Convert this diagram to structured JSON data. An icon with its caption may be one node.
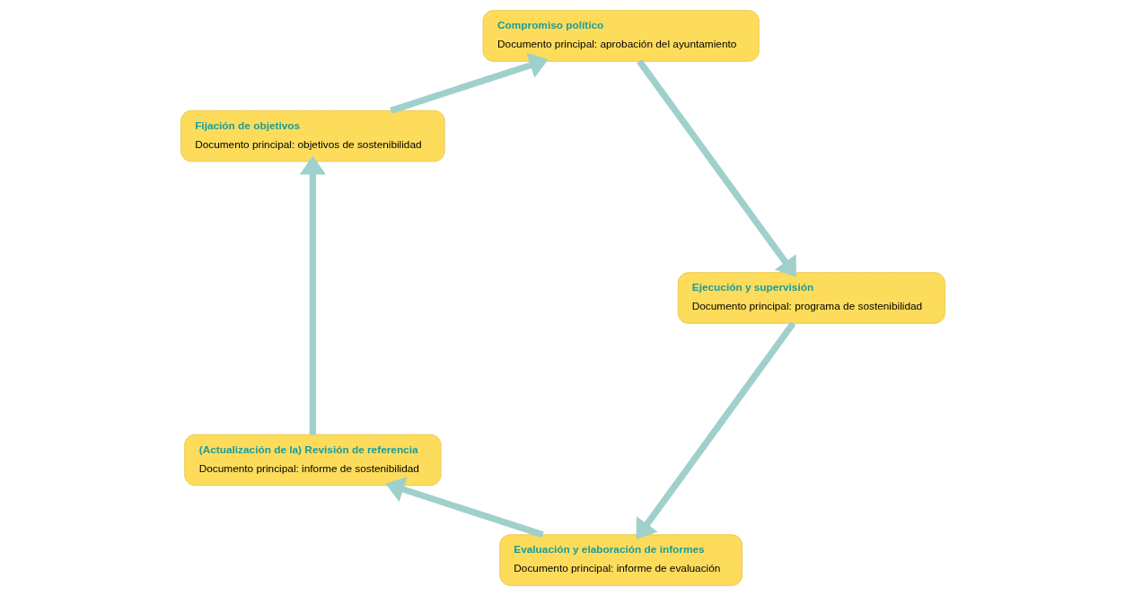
{
  "diagram": {
    "nodes": [
      {
        "text": [
          "Evaluación y elaboración de informes",
          "Documento principal: informe de evaluación"
        ]
      },
      {
        "text": [
          "(Actualización de la) Revisión de referencia",
          "Documento principal: informe de sostenibilidad"
        ]
      },
      {
        "text": [
          "Ejecución y supervisión",
          "Documento principal: programa de sostenibilidad"
        ]
      },
      {
        "text": [
          "Fijación de objetivos",
          "Documento principal: objetivos de sostenibilidad"
        ]
      },
      {
        "text": [
          "Compromiso político",
          "Documento principal: aprobación del ayuntamiento"
        ]
      }
    ],
    "edges": [
      {
        "from": 1,
        "to": 3,
        "arrow": "to"
      },
      {
        "from": 3,
        "to": 4,
        "arrow": "to"
      },
      {
        "from": 4,
        "to": 2,
        "arrow": "to"
      },
      {
        "from": 2,
        "to": 0,
        "arrow": "to"
      },
      {
        "from": 0,
        "to": 1,
        "arrow": "to"
      }
    ]
  }
}
